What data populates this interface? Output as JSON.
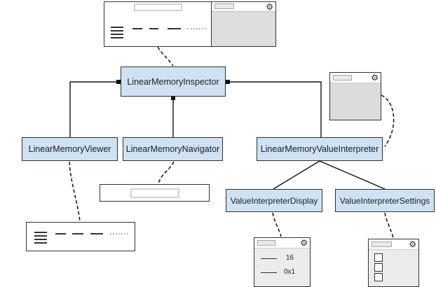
{
  "diagram": {
    "nodes": [
      {
        "id": "inspector",
        "label": "LinearMemoryInspector"
      },
      {
        "id": "viewer",
        "label": "LinearMemoryViewer"
      },
      {
        "id": "navigator",
        "label": "LinearMemoryNavigator"
      },
      {
        "id": "interpreter",
        "label": "LinearMemoryValueInterpreter"
      },
      {
        "id": "display",
        "label": "ValueInterpreterDisplay"
      },
      {
        "id": "settings",
        "label": "ValueInterpreterSettings"
      }
    ],
    "edges": [
      {
        "from": "LinearMemoryInspector",
        "to": "LinearMemoryViewer",
        "style": "solid"
      },
      {
        "from": "LinearMemoryInspector",
        "to": "LinearMemoryNavigator",
        "style": "solid"
      },
      {
        "from": "LinearMemoryInspector",
        "to": "LinearMemoryValueInterpreter",
        "style": "solid"
      },
      {
        "from": "LinearMemoryValueInterpreter",
        "to": "ValueInterpreterDisplay",
        "style": "solid"
      },
      {
        "from": "LinearMemoryValueInterpreter",
        "to": "ValueInterpreterSettings",
        "style": "solid"
      },
      {
        "from": "inspector-mockup",
        "to": "LinearMemoryInspector",
        "style": "dashed"
      },
      {
        "from": "interpreter-mockup",
        "to": "LinearMemoryValueInterpreter",
        "style": "dashed"
      },
      {
        "from": "LinearMemoryViewer",
        "to": "viewer-mockup",
        "style": "dashed"
      },
      {
        "from": "LinearMemoryNavigator",
        "to": "navigator-mockup",
        "style": "dashed"
      },
      {
        "from": "ValueInterpreterDisplay",
        "to": "display-mockup",
        "style": "dashed"
      },
      {
        "from": "ValueInterpreterSettings",
        "to": "settings-mockup",
        "style": "dashed"
      }
    ],
    "colors": {
      "node_fill": "#cfe2f3",
      "node_border": "#2f2f2f",
      "edge": "#111111",
      "mockup_body_gray": "#dcdcdc"
    }
  },
  "icons": {
    "gear": "⚙"
  },
  "mockups": {
    "display_rows": [
      {
        "value": "16"
      },
      {
        "value": "0x1"
      }
    ]
  }
}
